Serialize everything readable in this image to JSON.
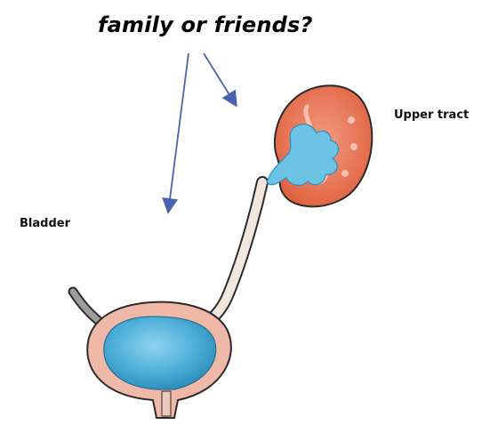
{
  "headline": "family or friends?",
  "labels": {
    "upper_tract": "Upper tract",
    "bladder": "Bladder"
  },
  "icons": {
    "arrows": "arrow-icon",
    "kidney": "kidney-icon",
    "bladder": "bladder-icon"
  },
  "colors": {
    "arrow": "#4a63b0",
    "kidney_tissue": "#e8735a",
    "urine_blue": "#5fb7d9",
    "wall_pink": "#f0b8a6",
    "outline": "#2b2b2b"
  }
}
